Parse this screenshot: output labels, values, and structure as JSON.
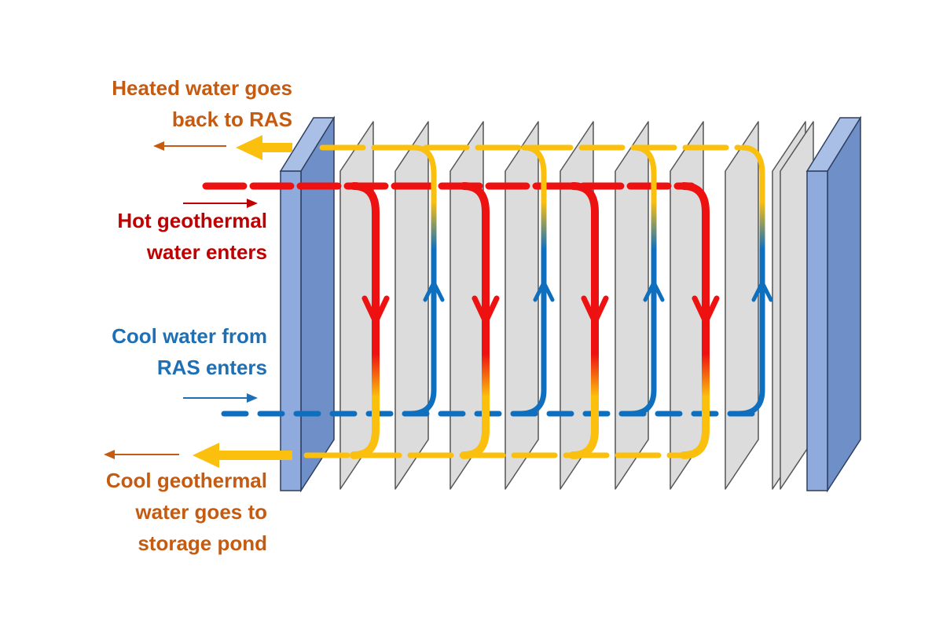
{
  "labels": {
    "heated_out": [
      "Heated water goes",
      "back to RAS"
    ],
    "hot_in": [
      "Hot geothermal",
      "water enters"
    ],
    "cool_in": [
      "Cool water from",
      "RAS enters"
    ],
    "cool_out": [
      "Cool geothermal",
      "water goes to",
      "storage pond"
    ]
  },
  "colors": {
    "hot": "#ee1111",
    "cool": "#0f6fbf",
    "warm": "#fbbf0e",
    "heated_label": "#c55a11",
    "hot_label": "#c00000",
    "cool_label": "#1f6fb5",
    "end_plate": "#8faadc",
    "plate": "#dcdcdc"
  },
  "icons": {
    "flow_direction": "arrow-icon"
  }
}
